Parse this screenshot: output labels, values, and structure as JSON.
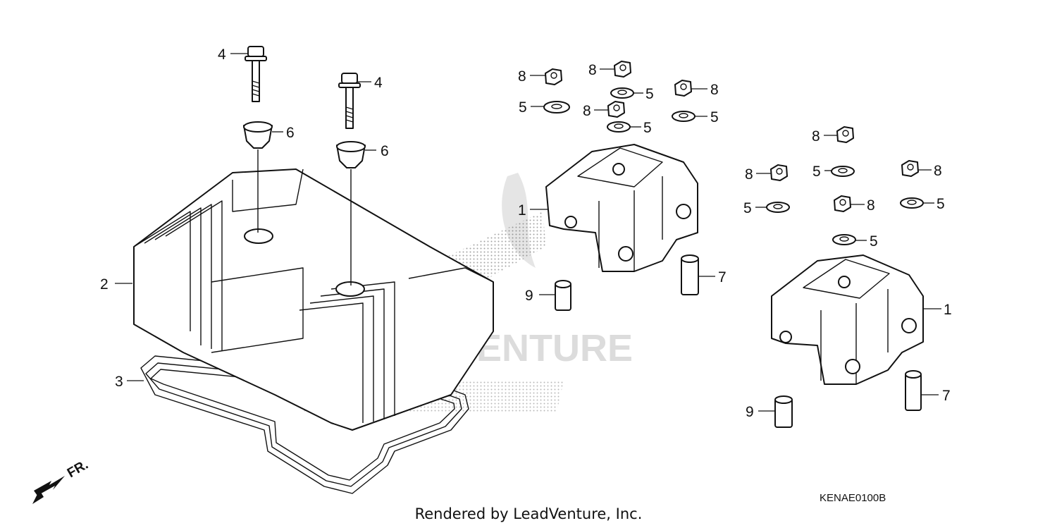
{
  "diagram": {
    "drawing_code": "KENAE0100B",
    "credit": "Rendered by LeadVenture, Inc.",
    "front_marker": "FR.",
    "watermark": "VENTURE",
    "callouts": [
      {
        "id": "c4a",
        "label": "4"
      },
      {
        "id": "c4b",
        "label": "4"
      },
      {
        "id": "c6a",
        "label": "6"
      },
      {
        "id": "c6b",
        "label": "6"
      },
      {
        "id": "c2",
        "label": "2"
      },
      {
        "id": "c3",
        "label": "3"
      },
      {
        "id": "c1a",
        "label": "1"
      },
      {
        "id": "c1b",
        "label": "1"
      },
      {
        "id": "c7a",
        "label": "7"
      },
      {
        "id": "c7b",
        "label": "7"
      },
      {
        "id": "c9a",
        "label": "9"
      },
      {
        "id": "c9b",
        "label": "9"
      },
      {
        "id": "c8a",
        "label": "8"
      },
      {
        "id": "c8b",
        "label": "8"
      },
      {
        "id": "c8c",
        "label": "8"
      },
      {
        "id": "c8d",
        "label": "8"
      },
      {
        "id": "c8e",
        "label": "8"
      },
      {
        "id": "c8f",
        "label": "8"
      },
      {
        "id": "c8g",
        "label": "8"
      },
      {
        "id": "c8h",
        "label": "8"
      },
      {
        "id": "c5a",
        "label": "5"
      },
      {
        "id": "c5b",
        "label": "5"
      },
      {
        "id": "c5c",
        "label": "5"
      },
      {
        "id": "c5d",
        "label": "5"
      },
      {
        "id": "c5e",
        "label": "5"
      },
      {
        "id": "c5f",
        "label": "5"
      },
      {
        "id": "c5g",
        "label": "5"
      },
      {
        "id": "c5h",
        "label": "5"
      }
    ]
  }
}
